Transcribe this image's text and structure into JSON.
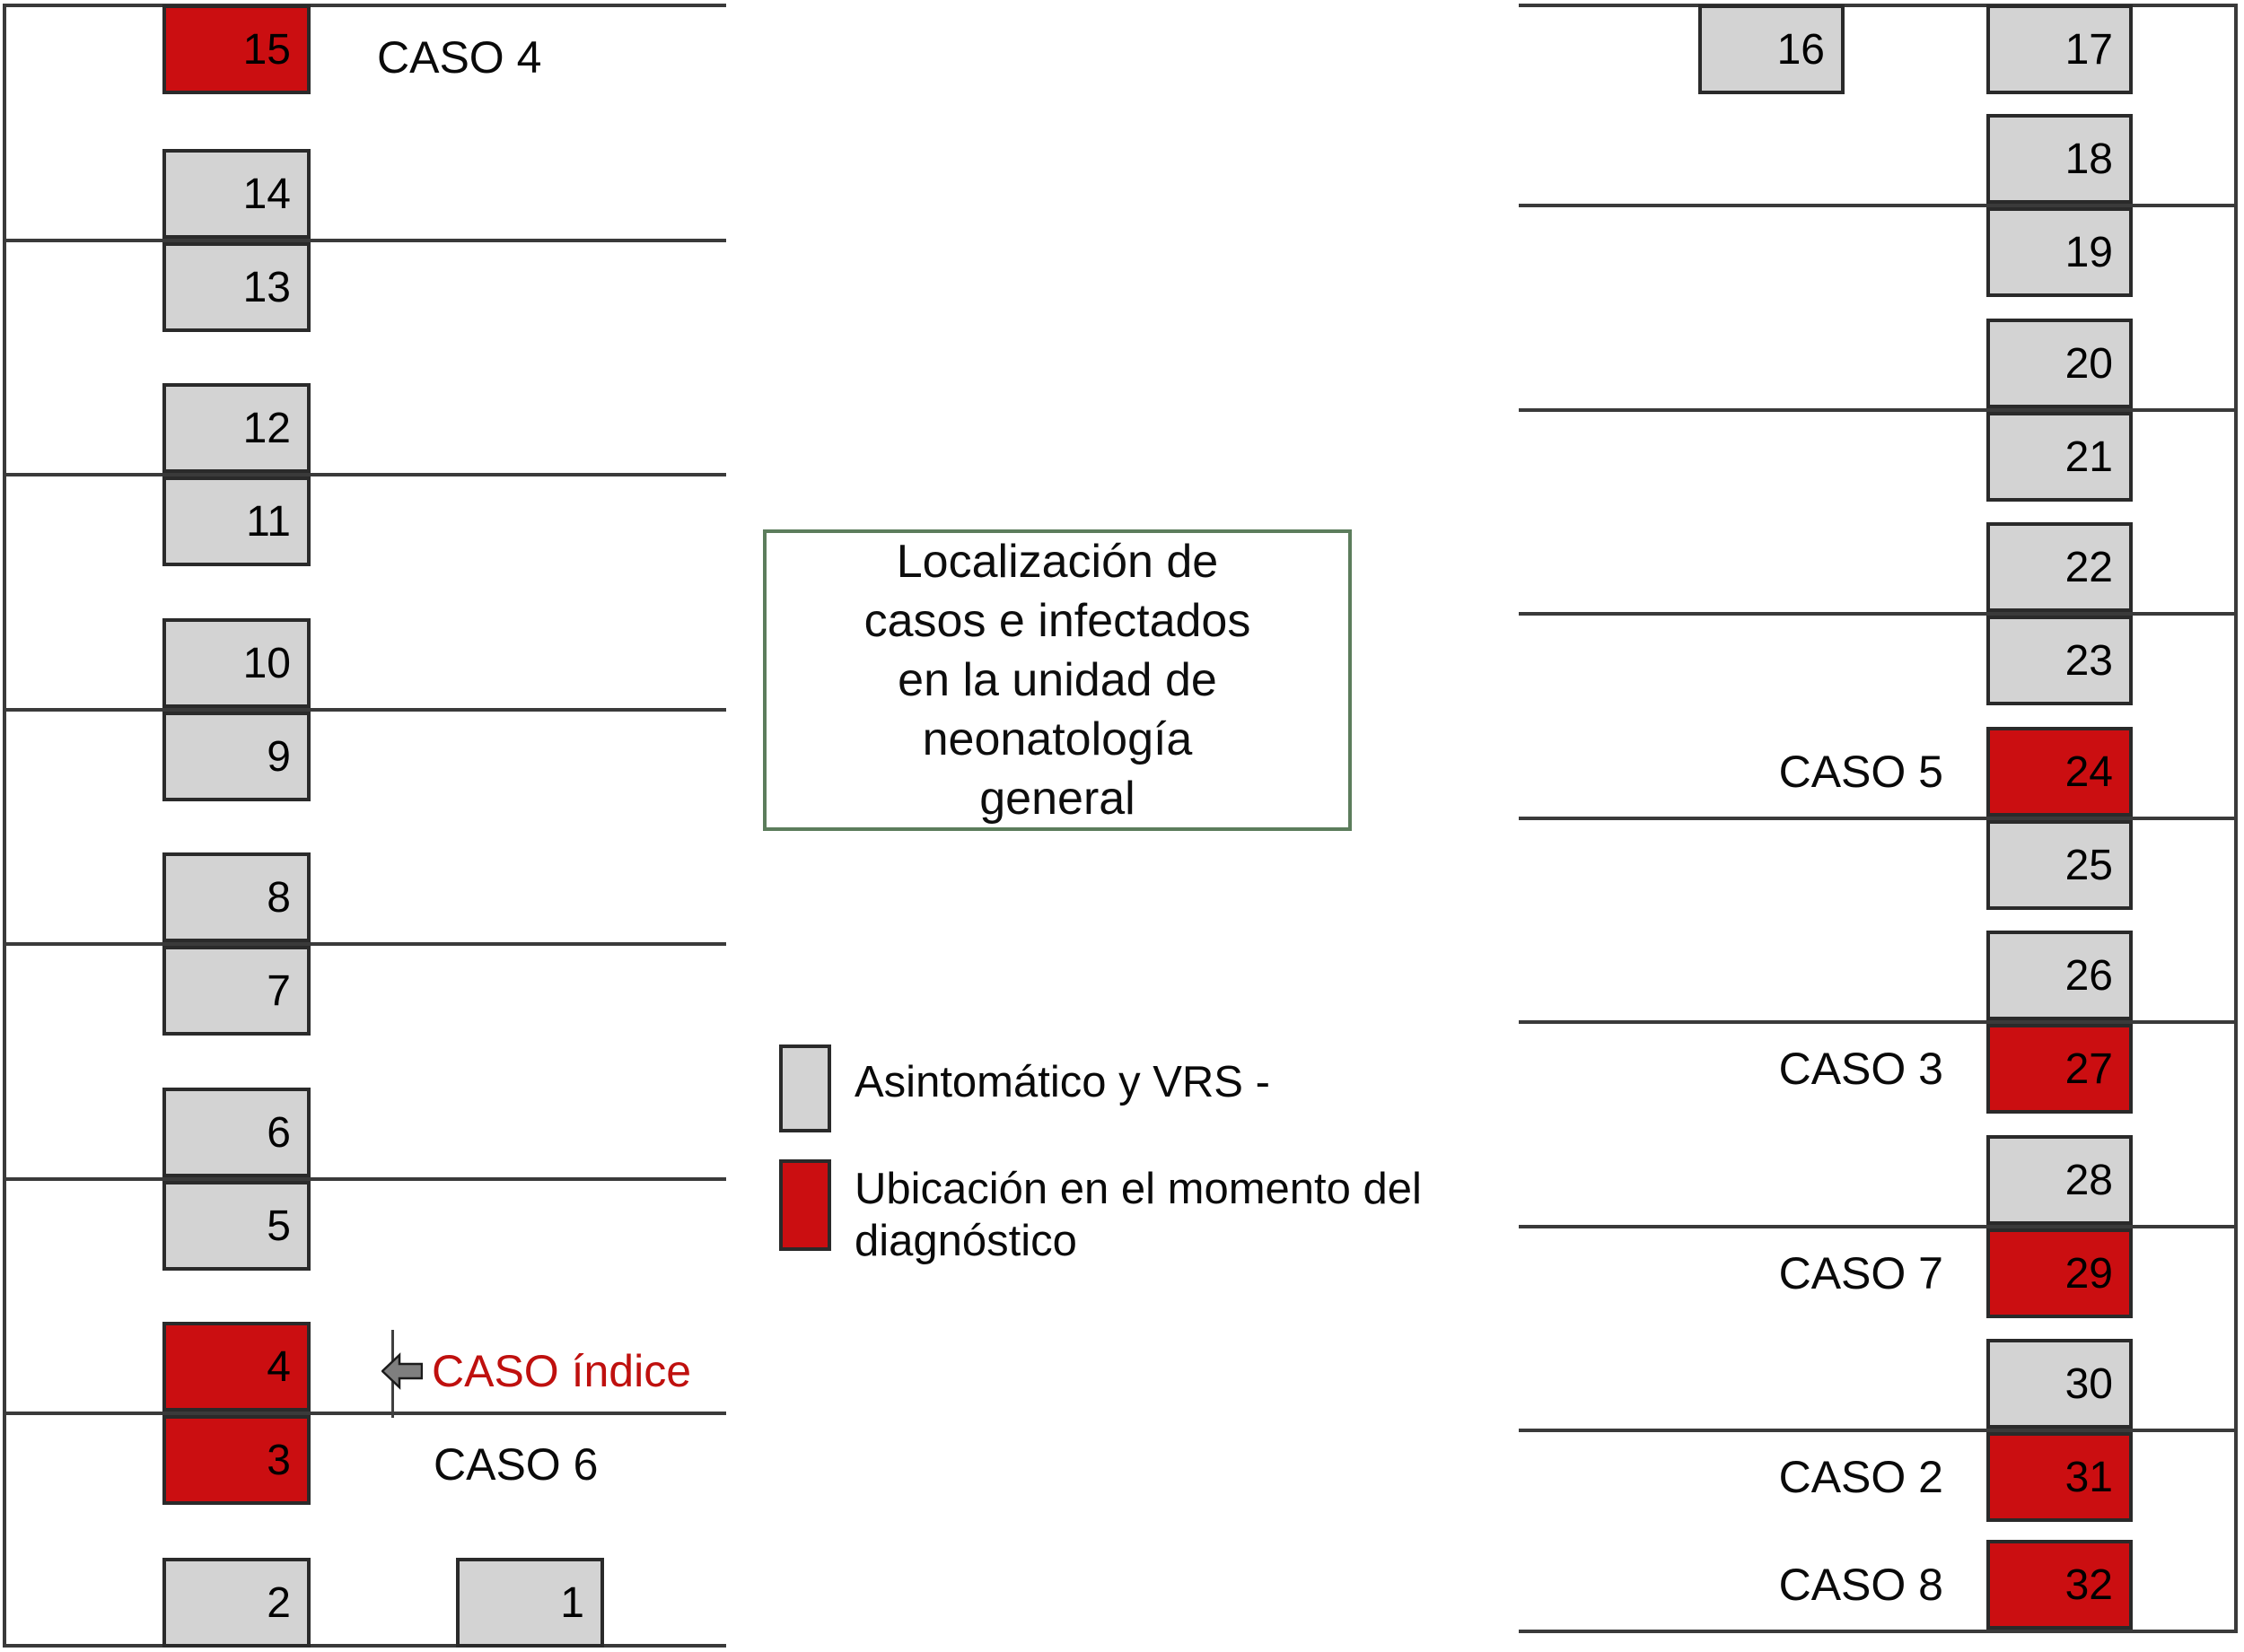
{
  "title_box": {
    "lines": [
      "Localización de",
      "casos e infectados",
      "en la unidad de",
      "neonatología",
      "general"
    ]
  },
  "legend": {
    "asymptomatic_label": "Asintomático y VRS -",
    "diagnosis_label_line1": "Ubicación en el momento del",
    "diagnosis_label_line2": "diagnóstico"
  },
  "labels": {
    "caso4": "CASO 4",
    "caso_indice": "CASO índice",
    "caso6": "CASO 6",
    "caso5": "CASO 5",
    "caso3": "CASO 3",
    "caso7": "CASO 7",
    "caso2": "CASO 2",
    "caso8": "CASO 8"
  },
  "colors": {
    "case_red": "#cb0e11",
    "asym_gray": "#d3d3d3",
    "line": "#3a3a3a",
    "box_border": "#2a2a2a",
    "green_border": "#5c7d5c",
    "text_red": "#bf100e",
    "arrow_gray": "#7f7f7f"
  },
  "beds": [
    {
      "num": "1",
      "status": "gray"
    },
    {
      "num": "2",
      "status": "gray"
    },
    {
      "num": "3",
      "status": "red"
    },
    {
      "num": "4",
      "status": "red"
    },
    {
      "num": "5",
      "status": "gray"
    },
    {
      "num": "6",
      "status": "gray"
    },
    {
      "num": "7",
      "status": "gray"
    },
    {
      "num": "8",
      "status": "gray"
    },
    {
      "num": "9",
      "status": "gray"
    },
    {
      "num": "10",
      "status": "gray"
    },
    {
      "num": "11",
      "status": "gray"
    },
    {
      "num": "12",
      "status": "gray"
    },
    {
      "num": "13",
      "status": "gray"
    },
    {
      "num": "14",
      "status": "gray"
    },
    {
      "num": "15",
      "status": "red"
    },
    {
      "num": "16",
      "status": "gray"
    },
    {
      "num": "17",
      "status": "gray"
    },
    {
      "num": "18",
      "status": "gray"
    },
    {
      "num": "19",
      "status": "gray"
    },
    {
      "num": "20",
      "status": "gray"
    },
    {
      "num": "21",
      "status": "gray"
    },
    {
      "num": "22",
      "status": "gray"
    },
    {
      "num": "23",
      "status": "gray"
    },
    {
      "num": "24",
      "status": "red"
    },
    {
      "num": "25",
      "status": "gray"
    },
    {
      "num": "26",
      "status": "gray"
    },
    {
      "num": "27",
      "status": "red"
    },
    {
      "num": "28",
      "status": "gray"
    },
    {
      "num": "29",
      "status": "red"
    },
    {
      "num": "30",
      "status": "gray"
    },
    {
      "num": "31",
      "status": "red"
    },
    {
      "num": "32",
      "status": "red"
    }
  ]
}
